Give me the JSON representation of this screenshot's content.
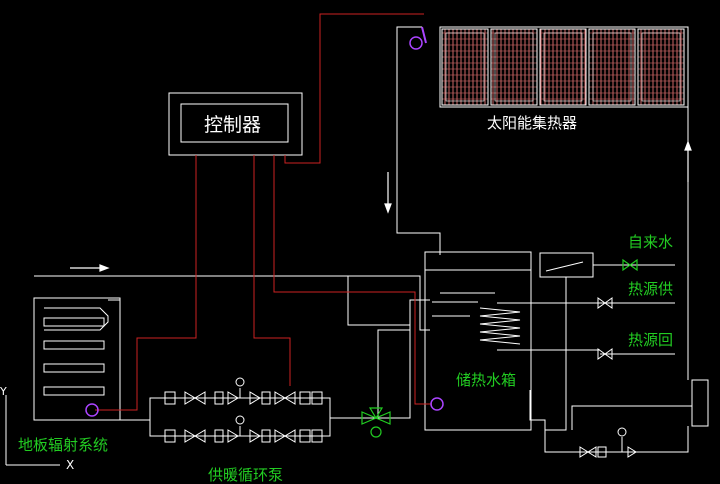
{
  "labels": {
    "controller": "控制器",
    "solar_collector": "太阳能集热器",
    "tap_water": "自来水",
    "heat_supply": "热源供",
    "heat_return": "热源回",
    "storage_tank": "储热水箱",
    "floor_system": "地板辐射系统",
    "circulation_pump": "供暖循环泵",
    "axis_y": "Y",
    "axis_x": "X"
  },
  "colors": {
    "background": "#000000",
    "pipe": "#ffffff",
    "signal_wire": "#cc2222",
    "label_green": "#22cc22",
    "collector_tube": "#cc6666",
    "sensor": "#aa44ff"
  },
  "icons": [
    "sensor-icon",
    "check-valve-icon",
    "gate-valve-icon",
    "pressure-gauge-icon",
    "three-way-valve-icon",
    "flow-arrow-icon"
  ]
}
